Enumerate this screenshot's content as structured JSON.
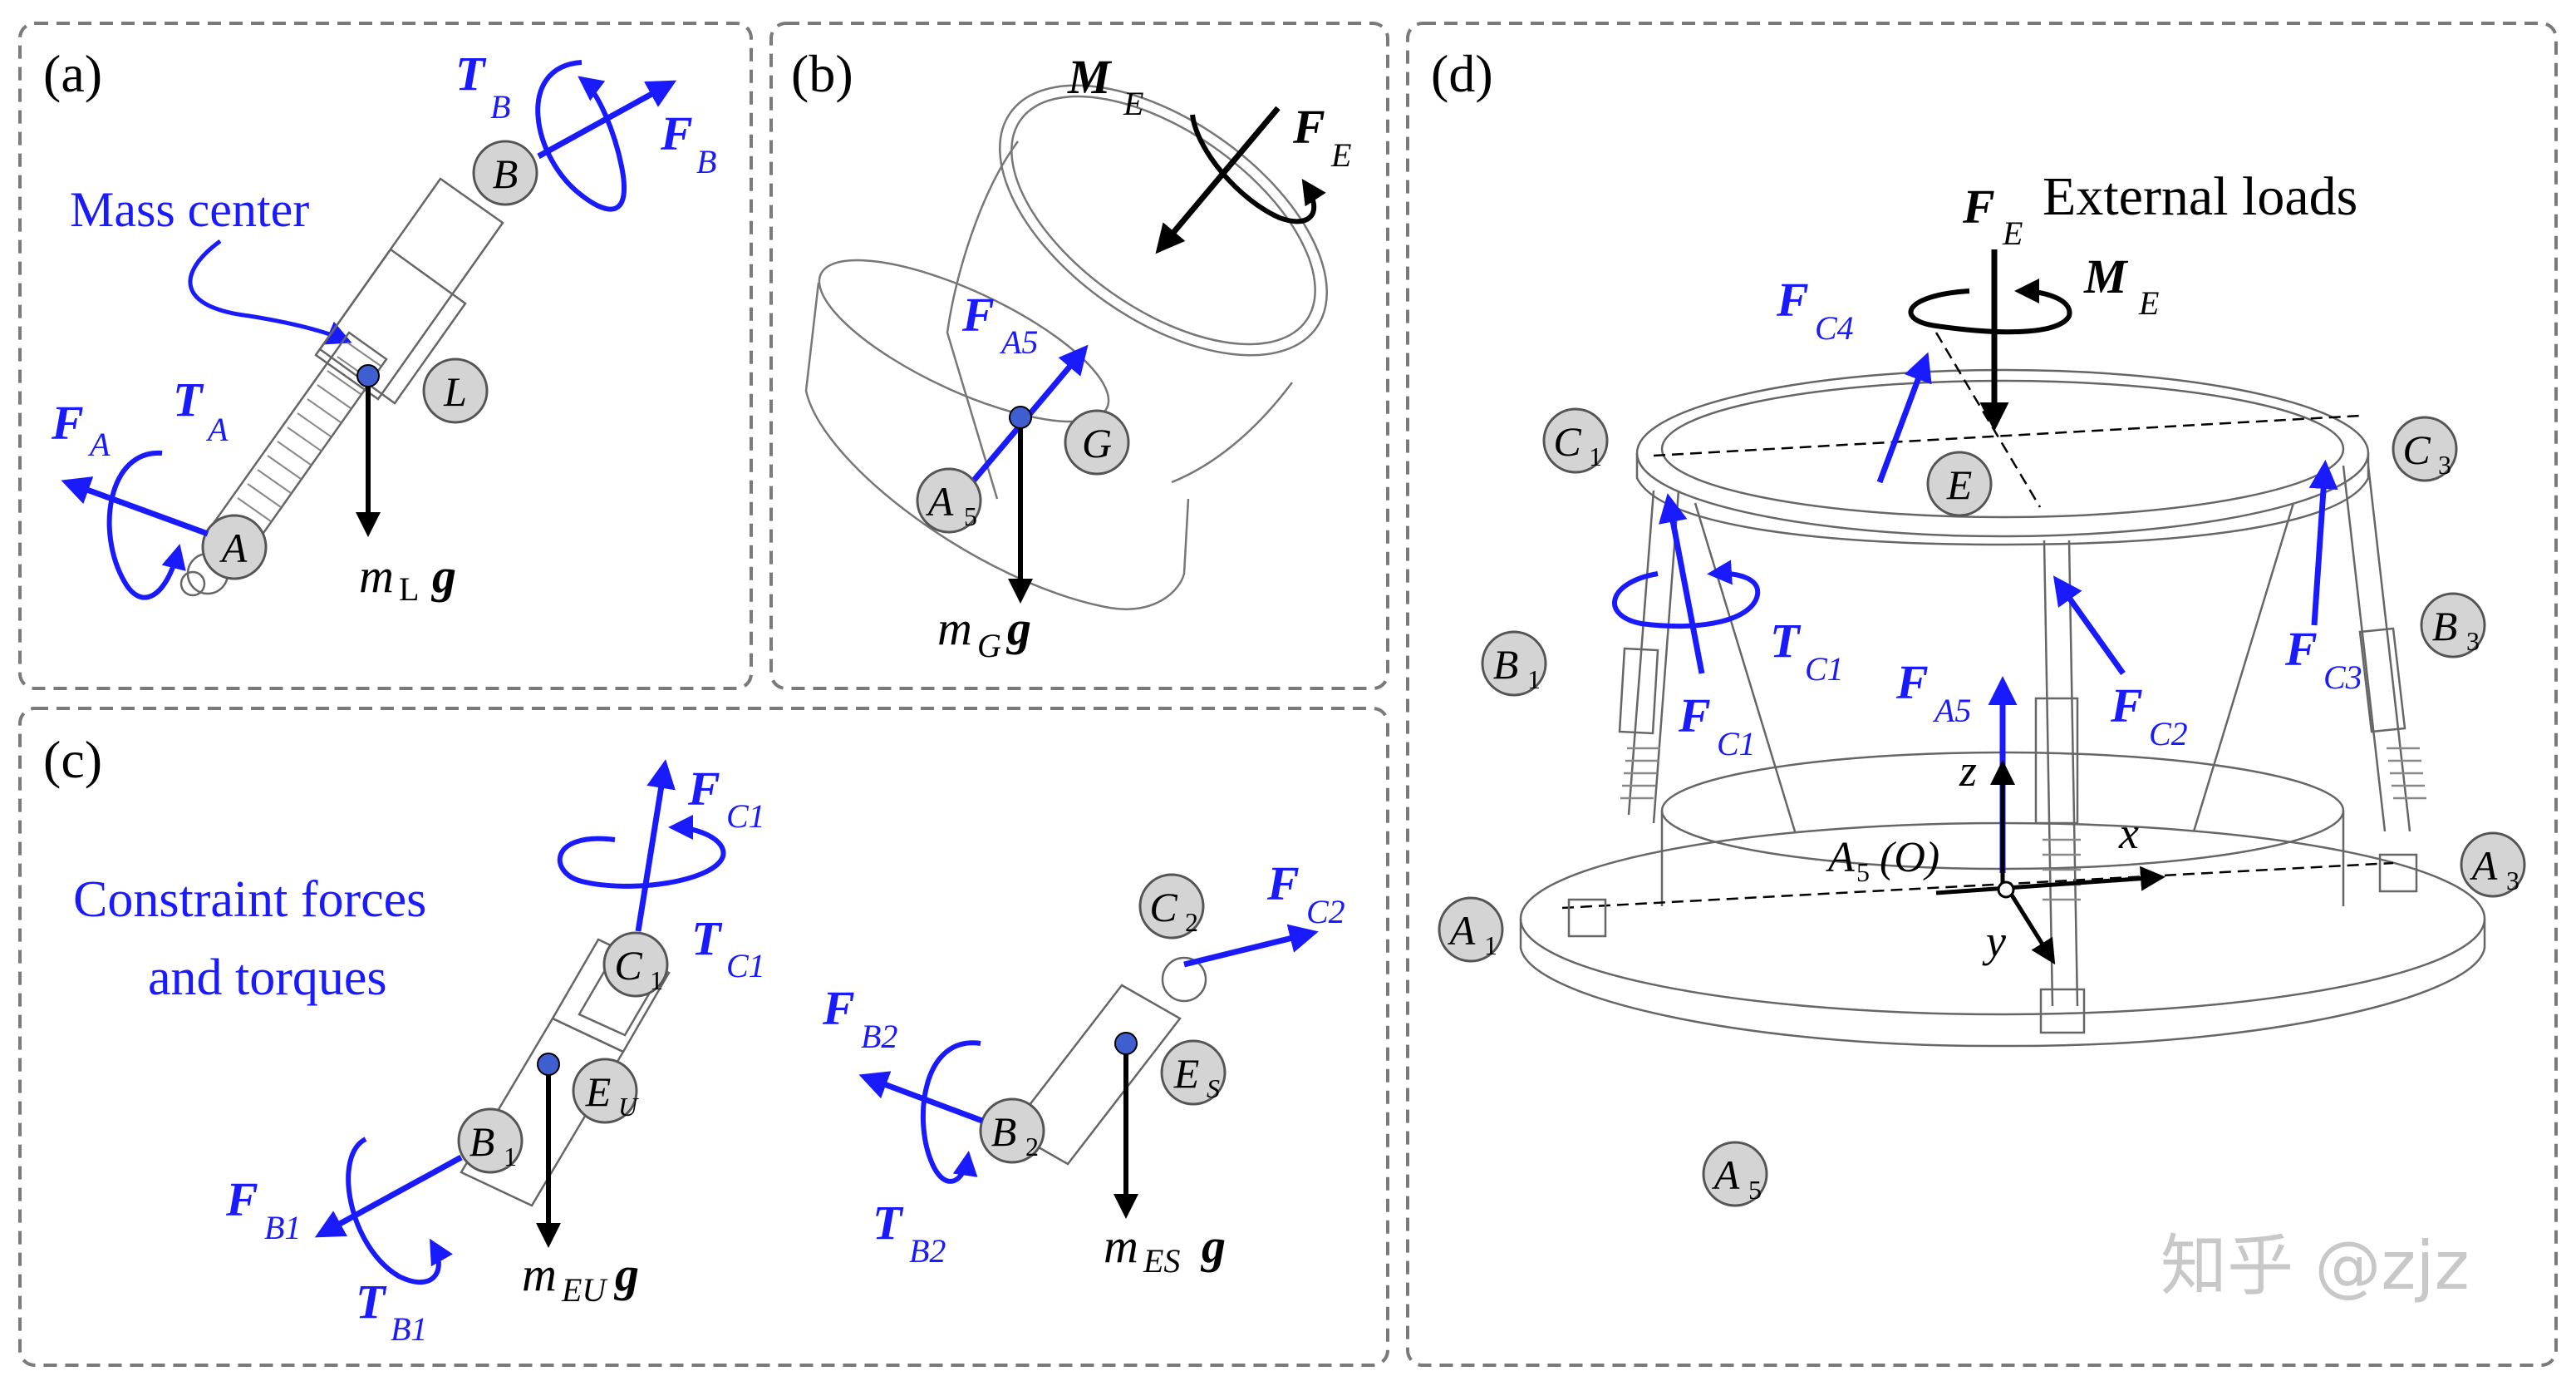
{
  "colors": {
    "force": "#1a1aff",
    "weight": "#000000",
    "frame": "#7a7a7a",
    "node_fill": "#d4d4d4",
    "line": "#555555"
  },
  "panel_a": {
    "label": "(a)",
    "mass_center": "Mass center",
    "nodes": {
      "A": "A",
      "B": "B",
      "L": "L"
    },
    "TB": {
      "sym": "T",
      "sub": "B"
    },
    "FB": {
      "sym": "F",
      "sub": "B"
    },
    "FA": {
      "sym": "F",
      "sub": "A"
    },
    "TA": {
      "sym": "T",
      "sub": "A"
    },
    "weight": {
      "m": "m",
      "sub": "L",
      "g": "g"
    }
  },
  "panel_b": {
    "label": "(b)",
    "ME": {
      "sym": "M",
      "sub": "E"
    },
    "FE": {
      "sym": "F",
      "sub": "E"
    },
    "FA5": {
      "sym": "F",
      "sub": "A5"
    },
    "nodes": {
      "G": "G",
      "A": "A",
      "A_sub": "5"
    },
    "weight": {
      "m": "m",
      "sub": "G",
      "g": "g"
    }
  },
  "panel_c": {
    "label": "(c)",
    "caption_line1": "Constraint forces",
    "caption_line2": "and torques",
    "FC1": {
      "sym": "F",
      "sub": "C1"
    },
    "TC1": {
      "sym": "T",
      "sub": "C1"
    },
    "FC2": {
      "sym": "F",
      "sub": "C2"
    },
    "FB2": {
      "sym": "F",
      "sub": "B2"
    },
    "TB2": {
      "sym": "T",
      "sub": "B2"
    },
    "FB1": {
      "sym": "F",
      "sub": "B1"
    },
    "TB1": {
      "sym": "T",
      "sub": "B1"
    },
    "nodes": {
      "C": "C",
      "C1_sub": "1",
      "C2_sub": "2",
      "B": "B",
      "B1_sub": "1",
      "B2_sub": "2",
      "E": "E",
      "EU_sub": "U",
      "ES_sub": "S"
    },
    "weight_eu": {
      "m": "m",
      "sub": "EU",
      "g": "g"
    },
    "weight_es": {
      "m": "m",
      "sub": "ES",
      "g": "g"
    }
  },
  "panel_d": {
    "label": "(d)",
    "external_loads": "External loads",
    "FE": {
      "sym": "F",
      "sub": "E"
    },
    "ME": {
      "sym": "M",
      "sub": "E"
    },
    "FC4": {
      "sym": "F",
      "sub": "C4"
    },
    "TC1": {
      "sym": "T",
      "sub": "C1"
    },
    "FC1": {
      "sym": "F",
      "sub": "C1"
    },
    "FA5": {
      "sym": "F",
      "sub": "A5"
    },
    "FC2": {
      "sym": "F",
      "sub": "C2"
    },
    "FC3": {
      "sym": "F",
      "sub": "C3"
    },
    "nodes": {
      "C": "C",
      "B": "B",
      "A": "A",
      "E": "E",
      "s1": "1",
      "s3": "3",
      "s5": "5"
    },
    "origin": {
      "A": "A",
      "sub": "5",
      "O": "(O)"
    },
    "axes": {
      "x": "x",
      "y": "y",
      "z": "z"
    }
  },
  "watermark": "知乎 @zjz"
}
